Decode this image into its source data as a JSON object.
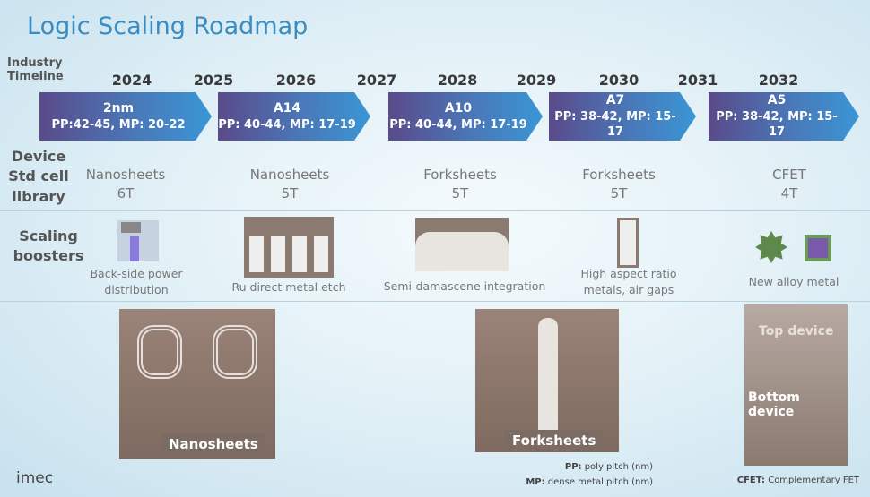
{
  "title": "Logic Scaling Roadmap",
  "labels": {
    "timeline": [
      "Industry",
      "Timeline"
    ],
    "device": [
      "Device",
      "Std cell",
      "library"
    ],
    "boosters": [
      "Scaling",
      "boosters"
    ]
  },
  "years": [
    "2024",
    "2025",
    "2026",
    "2027",
    "2028",
    "2029",
    "2030",
    "2031",
    "2032"
  ],
  "nodes": [
    {
      "name": "2nm",
      "spec": "PP:42-45, MP: 20-22",
      "device": "Nanosheets",
      "tracks": "6T",
      "booster": [
        "Back-side power",
        "distribution"
      ]
    },
    {
      "name": "A14",
      "spec": "PP: 40-44, MP: 17-19",
      "device": "Nanosheets",
      "tracks": "5T",
      "booster": [
        "Ru direct metal etch"
      ]
    },
    {
      "name": "A10",
      "spec": "PP: 40-44, MP: 17-19",
      "device": "Forksheets",
      "tracks": "5T",
      "booster": [
        "Semi-damascene integration"
      ]
    },
    {
      "name": "A7",
      "spec": "PP: 38-42, MP: 15-17",
      "device": "Forksheets",
      "tracks": "5T",
      "booster": [
        "High aspect ratio",
        "metals, air gaps"
      ]
    },
    {
      "name": "A5",
      "spec": "PP: 38-42, MP: 15-17",
      "device": "CFET",
      "tracks": "4T",
      "booster": [
        "New alloy metal"
      ]
    }
  ],
  "images": {
    "nanosheets": "Nanosheets",
    "forksheets": "Forksheets",
    "top": "Top device",
    "bottom": "Bottom device"
  },
  "notes": {
    "pp_key": "PP:",
    "pp": " poly pitch (nm)",
    "mp_key": "MP:",
    "mp": " dense metal pitch (nm)",
    "cfet_key": "CFET:",
    "cfet": " Complementary FET"
  },
  "logo": "imec"
}
